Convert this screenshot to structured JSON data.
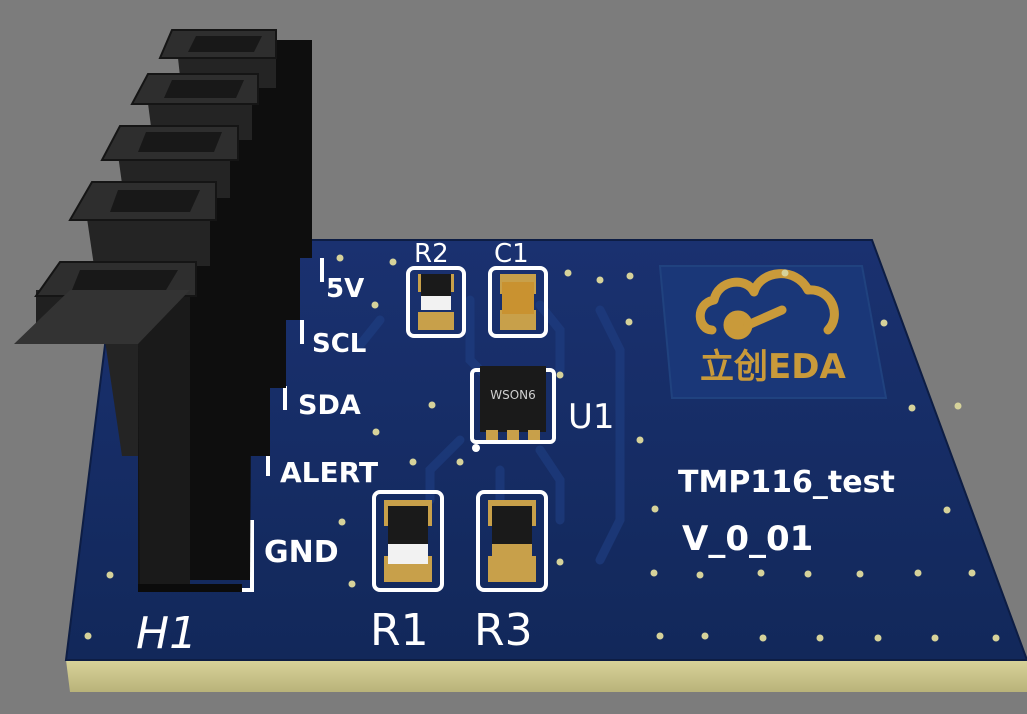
{
  "silkscreen": {
    "pins": [
      "5V",
      "SCL",
      "SDA",
      "ALERT",
      "GND"
    ],
    "header_ref": "H1",
    "r2": "R2",
    "c1": "C1",
    "u1": "U1",
    "r1": "R1",
    "r3": "R3",
    "project": "TMP116_test",
    "version": "V_0_01"
  },
  "chip": {
    "package": "WSON6"
  },
  "logo": {
    "text": "立创EDA"
  },
  "colors": {
    "background": "#7c7c7c",
    "board": "#152c62",
    "board_edge": "#c9c48a",
    "silk": "#ffffff",
    "pad": "#c8a04a",
    "header": "#1c1c1c",
    "logo": "#c99a3a"
  }
}
